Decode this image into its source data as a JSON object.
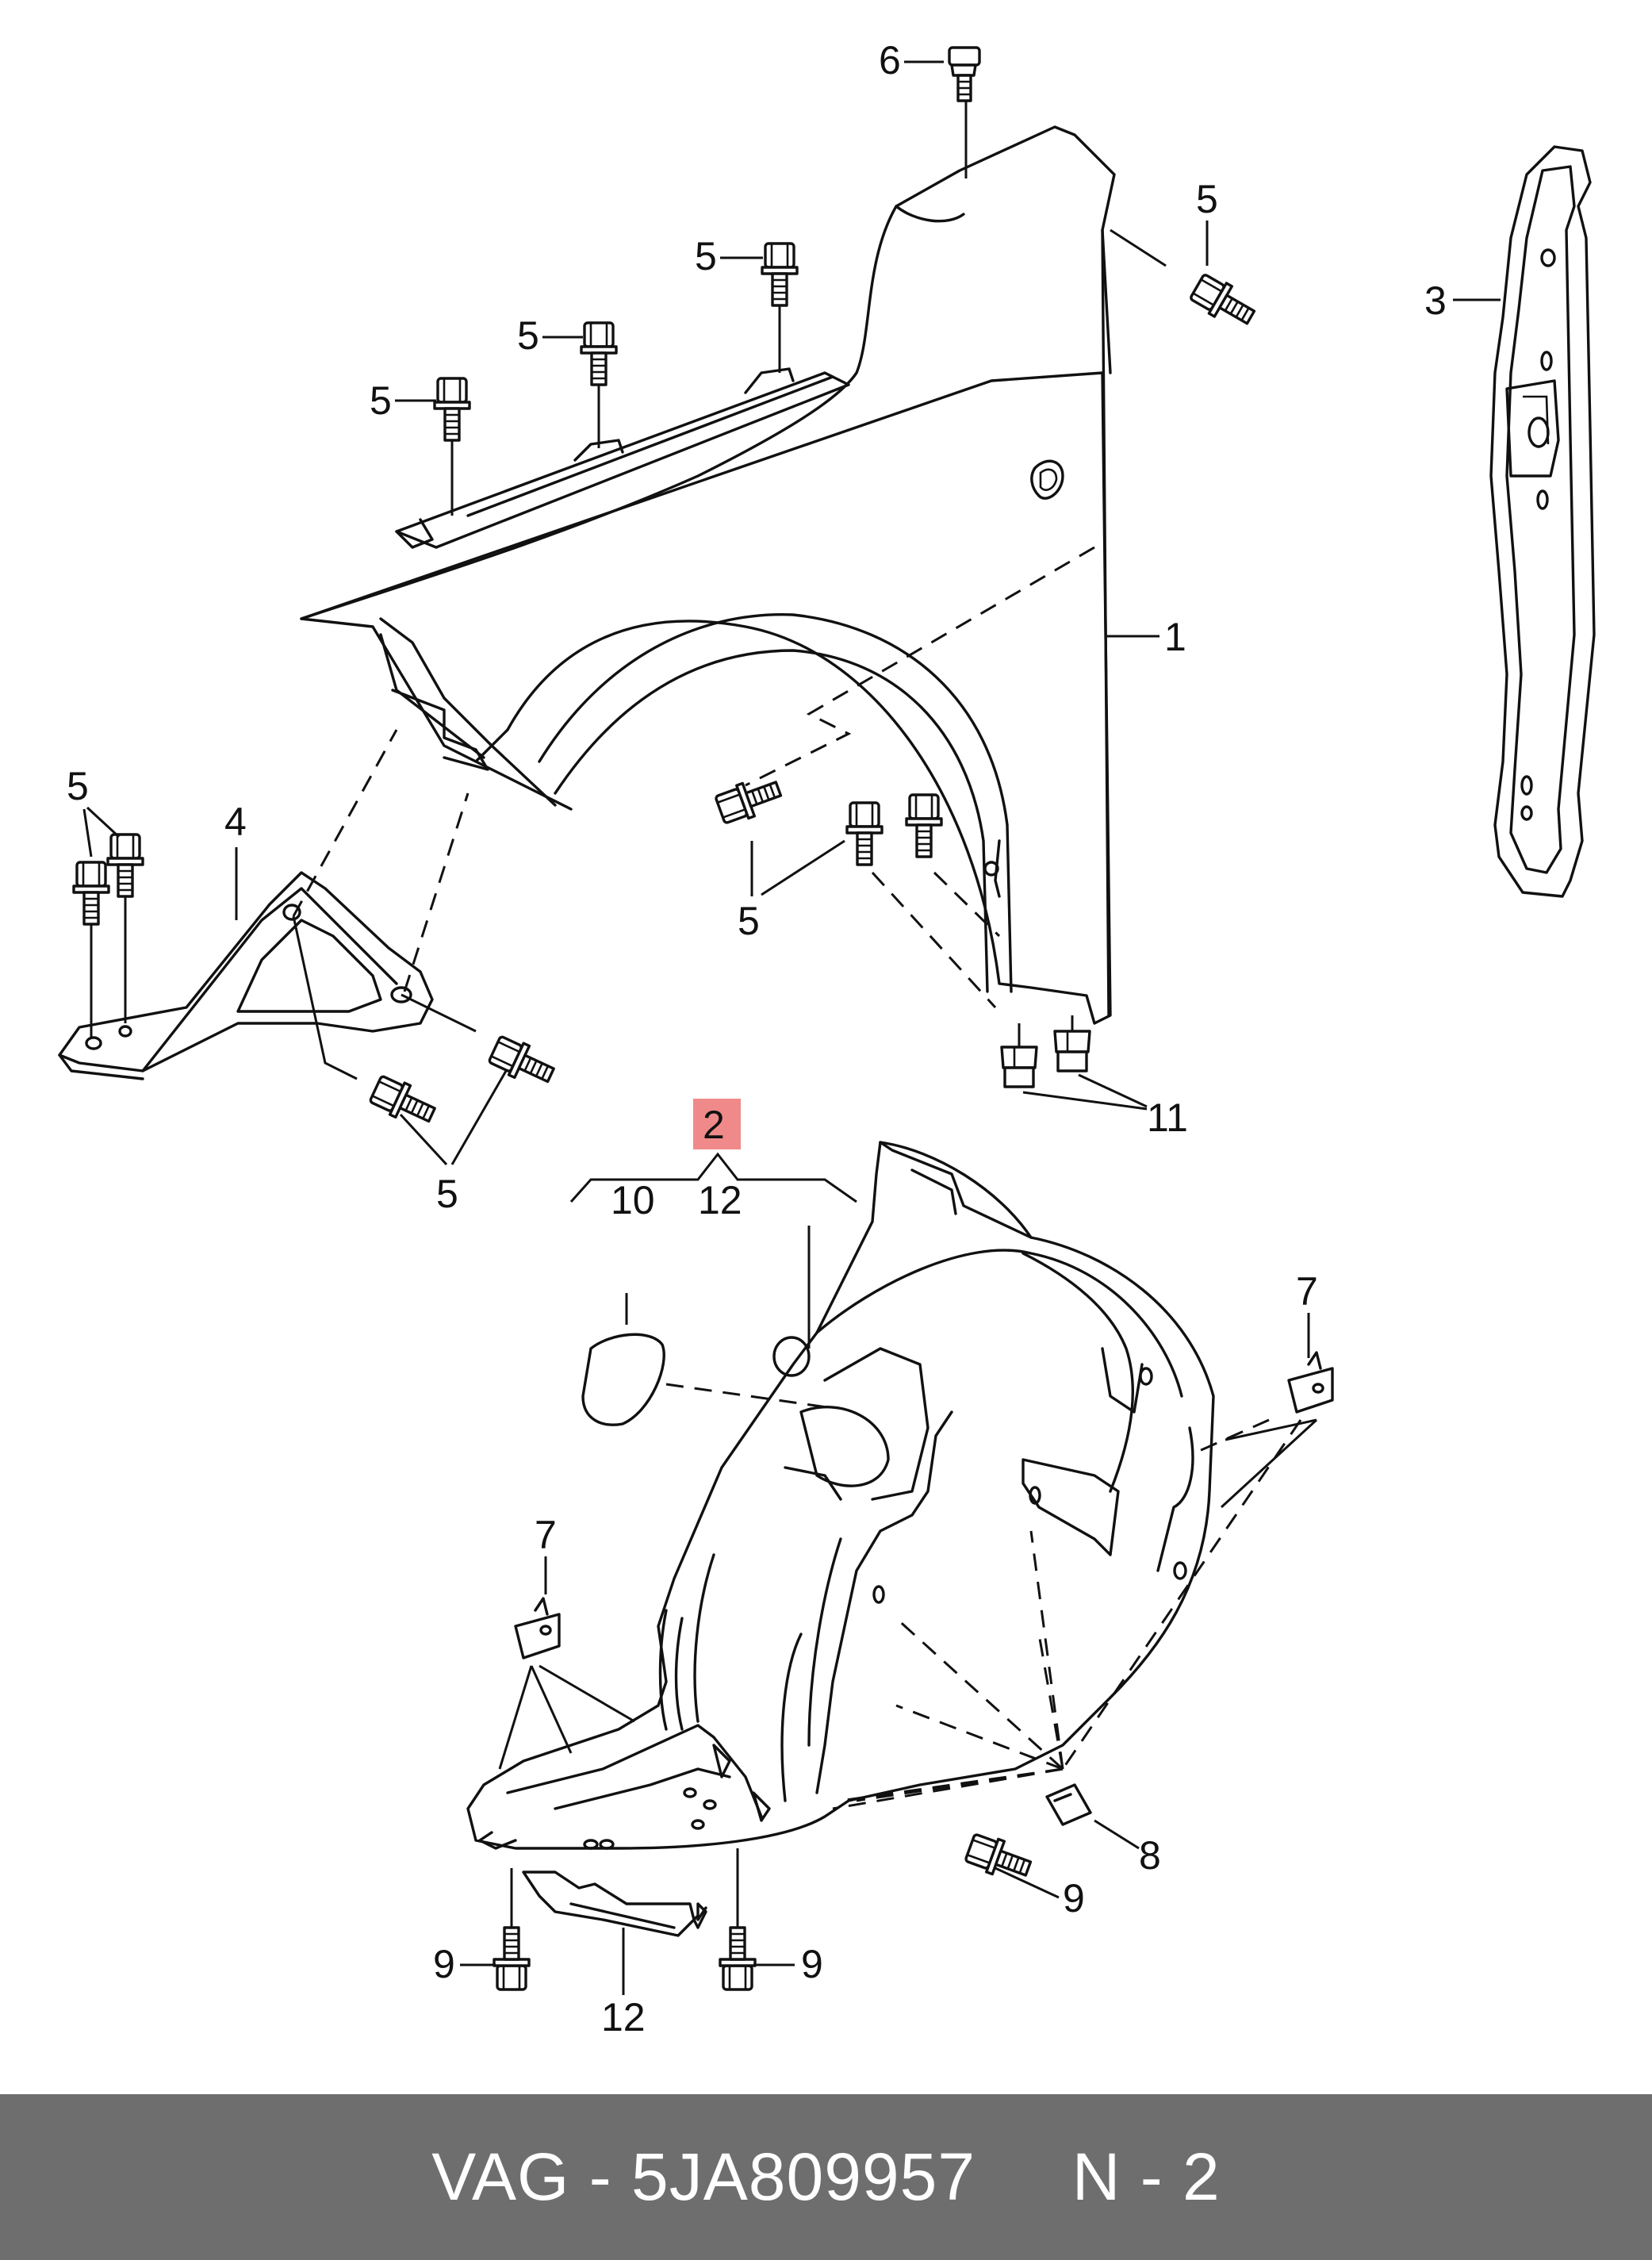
{
  "diagram": {
    "labels": {
      "fender": "1",
      "wheelhouse_liner": "2",
      "side_panel": "3",
      "bracket": "4",
      "bolt_top_right": "5",
      "bolt_row_a": "5",
      "bolt_row_b": "5",
      "bolt_row_c": "5",
      "bolt_pair_left": "5",
      "bolt_pair_bracket": "5",
      "bolt_pair_arch": "5",
      "top_bolt": "6",
      "clip_right": "7",
      "clip_left": "7",
      "clip_nut": "8",
      "screw_right": "9",
      "screw_bottom_left": "9",
      "screw_bottom_right": "9",
      "cap": "10",
      "spacer_nuts": "11",
      "trim_strip": "12",
      "kit_item": "12"
    },
    "highlight_color": "#f08a8a"
  },
  "footer": {
    "text": "VAG - 5JA809957     N - 2",
    "background": "#6e6e6e"
  }
}
